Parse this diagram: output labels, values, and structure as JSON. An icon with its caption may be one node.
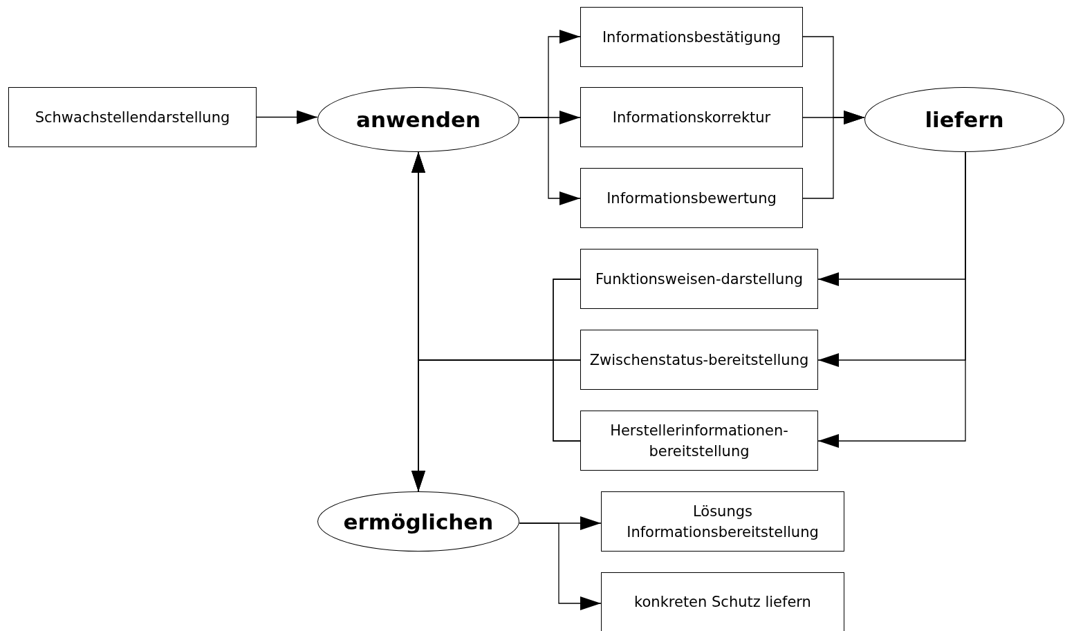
{
  "diagram": {
    "nodes": [
      {
        "text": [
          "Schwachstellendarstellung"
        ]
      },
      {
        "text": [
          "anwenden"
        ]
      },
      {
        "text": [
          "Informationsbestätigung"
        ]
      },
      {
        "text": [
          "Informationskorrektur"
        ]
      },
      {
        "text": [
          "Informationsbewertung"
        ]
      },
      {
        "text": [
          "liefern"
        ]
      },
      {
        "text": [
          "Funktionsweisen-darstellung"
        ]
      },
      {
        "text": [
          "Zwischenstatus-bereitstellung"
        ]
      },
      {
        "text": [
          "Herstellerinformationen-bereitstellung"
        ]
      },
      {
        "text": [
          "ermöglichen"
        ]
      },
      {
        "text": [
          "Lösungs Informationsbereitstellung"
        ]
      },
      {
        "text": [
          "konkreten Schutz liefern"
        ]
      }
    ],
    "edges": [
      {
        "from": 0,
        "to": 1,
        "arrow": "to"
      },
      {
        "from": 1,
        "to": 2,
        "arrow": "to"
      },
      {
        "from": 1,
        "to": 3,
        "arrow": "to"
      },
      {
        "from": 1,
        "to": 4,
        "arrow": "to"
      },
      {
        "from": 2,
        "to": 5,
        "arrow": "to"
      },
      {
        "from": 3,
        "to": 5,
        "arrow": "to"
      },
      {
        "from": 4,
        "to": 5,
        "arrow": "to"
      },
      {
        "from": 5,
        "to": 6,
        "arrow": "to"
      },
      {
        "from": 5,
        "to": 7,
        "arrow": "to"
      },
      {
        "from": 5,
        "to": 8,
        "arrow": "to"
      },
      {
        "from": 6,
        "to": 1,
        "arrow": "to"
      },
      {
        "from": 7,
        "to": 1,
        "arrow": "to"
      },
      {
        "from": 8,
        "to": 1,
        "arrow": "to"
      },
      {
        "from": 6,
        "to": 9,
        "arrow": "to"
      },
      {
        "from": 7,
        "to": 9,
        "arrow": "to"
      },
      {
        "from": 8,
        "to": 9,
        "arrow": "to"
      },
      {
        "from": 9,
        "to": 10,
        "arrow": "to"
      },
      {
        "from": 9,
        "to": 11,
        "arrow": "to"
      }
    ]
  }
}
